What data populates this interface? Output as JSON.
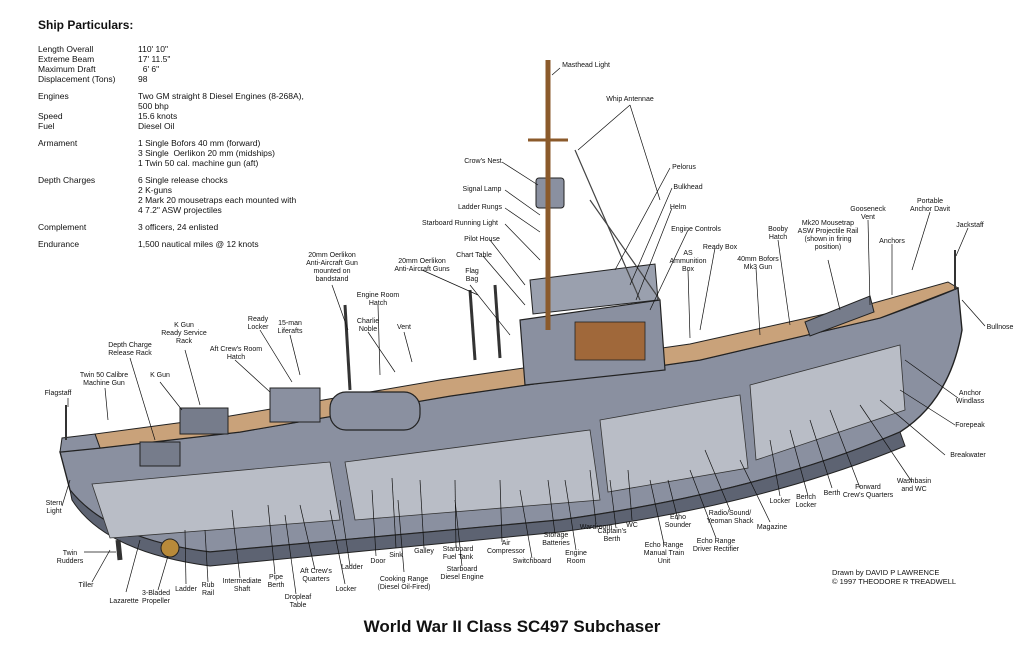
{
  "particulars": {
    "title": "Ship Particulars:",
    "groups": [
      [
        {
          "label": "Length Overall",
          "value": "110' 10\""
        },
        {
          "label": "Extreme Beam",
          "value": "17' 11.5\""
        },
        {
          "label": "Maximum Draft",
          "value": "  6' 6\""
        },
        {
          "label": "Displacement (Tons)",
          "value": "98"
        }
      ],
      [
        {
          "label": "Engines",
          "value": "Two GM straight 8 Diesel Engines (8-268A),\n500 bhp"
        },
        {
          "label": "Speed",
          "value": "15.6 knots"
        },
        {
          "label": "Fuel",
          "value": "Diesel Oil"
        }
      ],
      [
        {
          "label": "Armament",
          "value": "1 Single Bofors 40 mm (forward)\n3 Single  Oerlikon 20 mm (midships)\n1 Twin 50 cal. machine gun (aft)"
        }
      ],
      [
        {
          "label": "Depth Charges",
          "value": "6 Single release chocks\n2 K-guns\n2 Mark 20 mousetraps each mounted with\n4 7.2\" ASW projectiles"
        }
      ],
      [
        {
          "label": "Complement",
          "value": "3 officers, 24 enlisted"
        }
      ],
      [
        {
          "label": "Endurance",
          "value": "1,500 nautical miles @ 12 knots"
        }
      ]
    ]
  },
  "callouts": {
    "masthead_light": "Masthead Light",
    "whip_antennae": "Whip Antennae",
    "crows_nest": "Crow's Nest",
    "pelorus": "Pelorus",
    "bulkhead": "Bulkhead",
    "signal_lamp": "Signal Lamp",
    "ladder_rungs": "Ladder Rungs",
    "starboard_running_light": "Starboard Running Light",
    "helm": "Helm",
    "engine_controls": "Engine Controls",
    "pilot_house": "Pilot House",
    "chart_table": "Chart Table",
    "flag_bag": "Flag\nBag",
    "ready_box": "Ready Box",
    "booby_hatch": "Booby\nHatch",
    "mk20_rail": "Mk20 Mousetrap\nASW Projectile Rail\n(shown in firing\nposition)",
    "gooseneck_vent": "Gooseneck\nVent",
    "portable_anchor_davit": "Portable\nAnchor Davit",
    "jackstaff": "Jackstaff",
    "anchors": "Anchors",
    "bofors_40mm": "40mm Bofors\nMk3 Gun",
    "as_ammunition_box": "AS\nAmmunition\nBox",
    "oerlikon_20mm_bandstand": "20mm Oerlikon\nAnti-Aircraft Gun\nmounted on\nbandstand",
    "oerlikon_20mm_guns": "20mm Oerlikon\nAnti-Aircraft Guns",
    "engine_room_hatch": "Engine Room\nHatch",
    "charlie_noble": "Charlie\nNoble",
    "vent": "Vent",
    "ready_locker": "Ready\nLocker",
    "k_gun_ready_service_rack": "K Gun\nReady Service\nRack",
    "liferafts_15man": "15-man\nLiferafts",
    "aft_crews_room_hatch": "Aft Crew's Room\nHatch",
    "depth_charge_release_rack": "Depth Charge\nRelease Rack",
    "k_gun": "K Gun",
    "twin_50_gun": "Twin 50 Calibre\nMachine Gun",
    "flagstaff": "Flagstaff",
    "bullnose": "Bullnose",
    "anchor_windlass": "Anchor\nWindlass",
    "forepeak": "Forepeak",
    "breakwater": "Breakwater",
    "washbasin_wc": "Washbasin\nand WC",
    "forward_crews_quarters": "Forward\nCrew's Quarters",
    "berth": "Berth",
    "bench_locker": "Bench\nLocker",
    "locker_fwd": "Locker",
    "magazine": "Magazine",
    "radio_yeoman_shack": "Radio/Sound/\nYeoman Shack",
    "echo_range_driver_rectifier": "Echo Range\nDriver Rectifier",
    "echo_sounder": "Echo\nSounder",
    "echo_range_manual_train_unit": "Echo Range\nManual Train\nUnit",
    "wc": "WC",
    "captains_berth": "Captain's\nBerth",
    "wardroom": "Wardroom",
    "engine_room": "Engine\nRoom",
    "storage_batteries": "Storage\nBatteries",
    "switchboard": "Switchboard",
    "air_compressor": "Air\nCompressor",
    "starboard_fuel_tank": "Starboard\nFuel Tank",
    "starboard_diesel_engine": "Starboard\nDiesel Engine",
    "galley": "Galley",
    "sink": "Sink",
    "cooking_range": "Cooking Range\n(Diesel Oil-Fired)",
    "door": "Door",
    "ladder_mid": "Ladder",
    "locker_aft": "Locker",
    "aft_crews_quarters": "Aft Crew's\nQuarters",
    "pipe_berth": "Pipe\nBerth",
    "dropleaf_table": "Dropleaf\nTable",
    "intermediate_shaft": "Intermediate\nShaft",
    "rub_rail": "Rub\nRail",
    "ladder_aft": "Ladder",
    "three_bladed_propeller": "3-Bladed\nPropeller",
    "lazarette": "Lazarette",
    "tiller": "Tiller",
    "twin_rudders": "Twin\nRudders",
    "stern_light": "Stern\nLight"
  },
  "credit": {
    "line1": "Drawn by  DAVID P LAWRENCE",
    "line2": "© 1997  THEODORE R TREADWELL"
  },
  "caption": "World War II Class SC497 Subchaser",
  "colors": {
    "hull": "#8a90a0",
    "hull_dark": "#5d6372",
    "deck": "#c9a27a",
    "interior": "#b9bdc6",
    "mast": "#8b5a2b",
    "outline": "#222222"
  }
}
